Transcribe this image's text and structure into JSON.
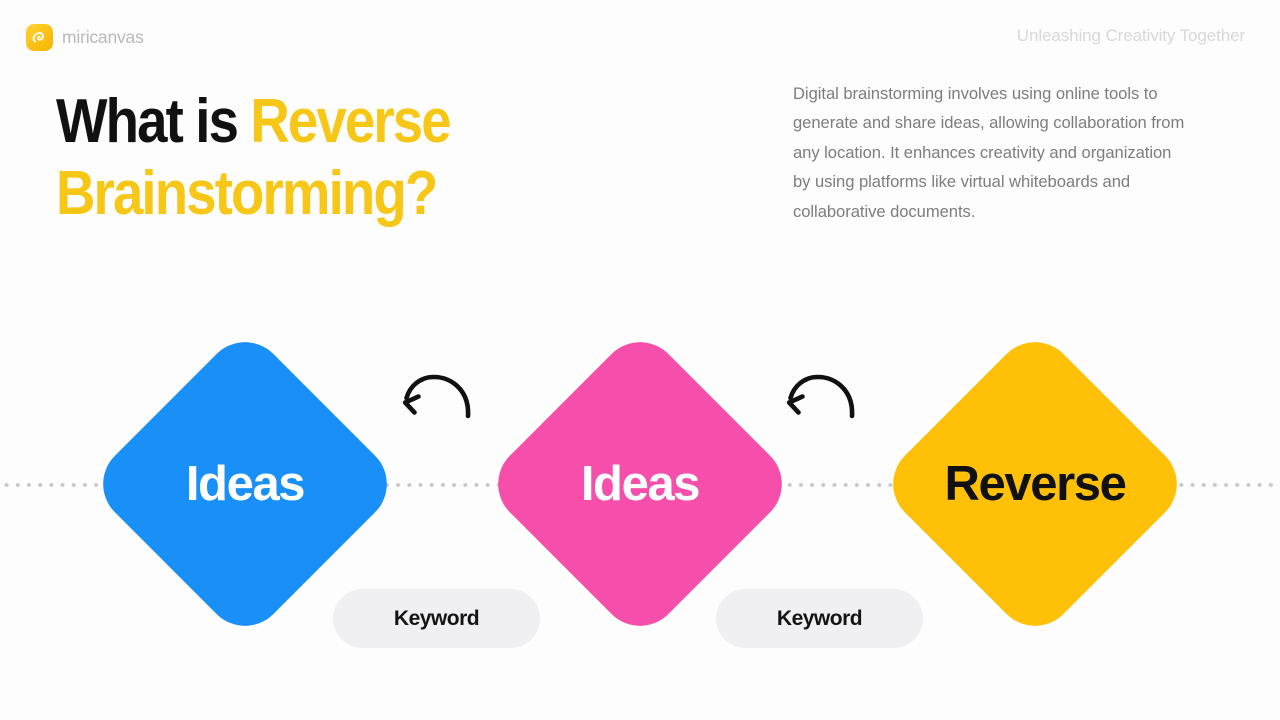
{
  "brand": {
    "name": "miricanvas",
    "logo_icon": "miricanvas-logo-icon",
    "logo_color": "#F5B400"
  },
  "header": {
    "tagline": "Unleashing Creativity Together"
  },
  "headline": {
    "line1_plain": "What is ",
    "line1_accent": "Reverse",
    "line2_accent": "Brainstorming?",
    "plain_color": "#111111",
    "accent_color": "#F7C718"
  },
  "paragraph": {
    "text": "Digital brainstorming involves using online tools to generate and share ideas, allowing collaboration from any location. It enhances creativity and organization by using platforms like virtual whiteboards and collaborative documents."
  },
  "diagram": {
    "baseline_color": "#c8c8c8",
    "nodes": [
      {
        "label": "Ideas",
        "color": "#1890F8",
        "text_color": "#ffffff"
      },
      {
        "label": "Ideas",
        "color": "#F54FAB",
        "text_color": "#ffffff"
      },
      {
        "label": "Reverse",
        "color": "#FFC107",
        "text_color": "#111111"
      }
    ],
    "keywords": [
      {
        "label": "Keyword"
      },
      {
        "label": "Keyword"
      }
    ],
    "arrows": [
      {
        "icon": "curved-arrow-left-icon",
        "color": "#111111"
      },
      {
        "icon": "curved-arrow-left-icon",
        "color": "#111111"
      }
    ]
  }
}
